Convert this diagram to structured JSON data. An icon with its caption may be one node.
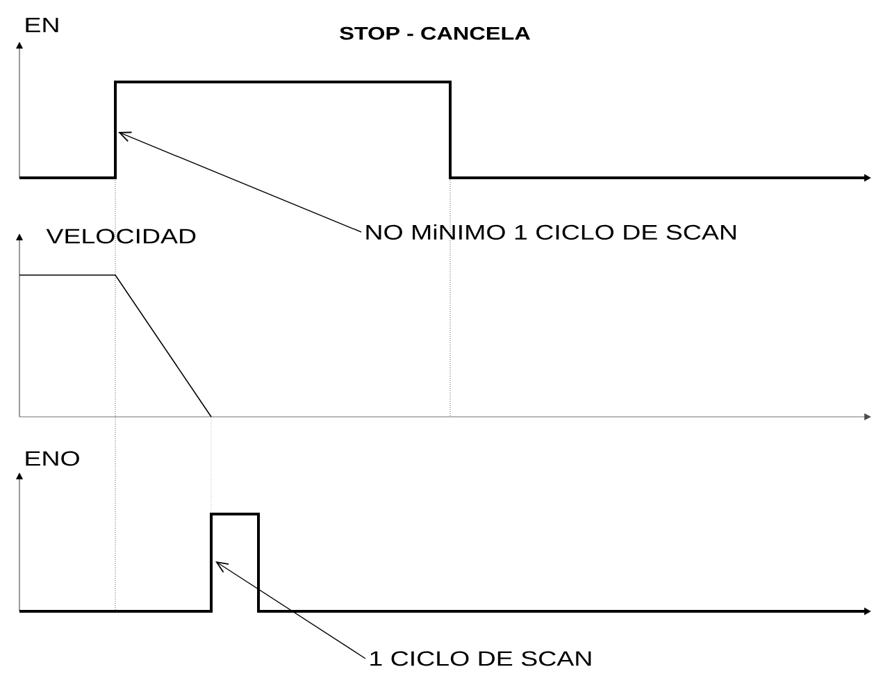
{
  "diagram": {
    "title": "STOP - CANCELA",
    "nodes": [
      {
        "text": [
          "NO MiNIMO 1 CICLO DE SCAN"
        ]
      },
      {
        "text": [
          "1 CICLO DE SCAN"
        ]
      }
    ],
    "edges": [
      {
        "from": 0,
        "to": null,
        "arrow": "to"
      },
      {
        "from": 1,
        "to": null,
        "arrow": "to"
      }
    ],
    "labels": [
      "EN",
      "VELOCIDAD",
      "ENO"
    ]
  }
}
